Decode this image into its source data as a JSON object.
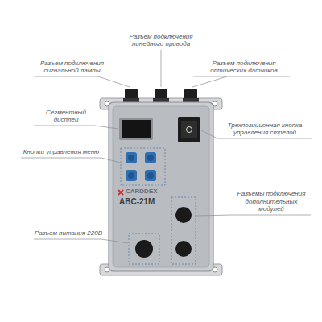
{
  "diagram": {
    "nodes": [
      {
        "text": [
          "CARDDEX",
          "ABC-21M"
        ]
      }
    ],
    "labels": [
      "Разъем подключения линейного привода",
      "Разъем подключения сигнальной лампы",
      "Разъем подключения оптических датчиков",
      "Сегментный дисплей",
      "Трехпозиционная кнопка управления стрелой",
      "Кнопки управления меню",
      "Разъемы подключения дополнительных модулей",
      "Разъем питания 220В"
    ]
  }
}
